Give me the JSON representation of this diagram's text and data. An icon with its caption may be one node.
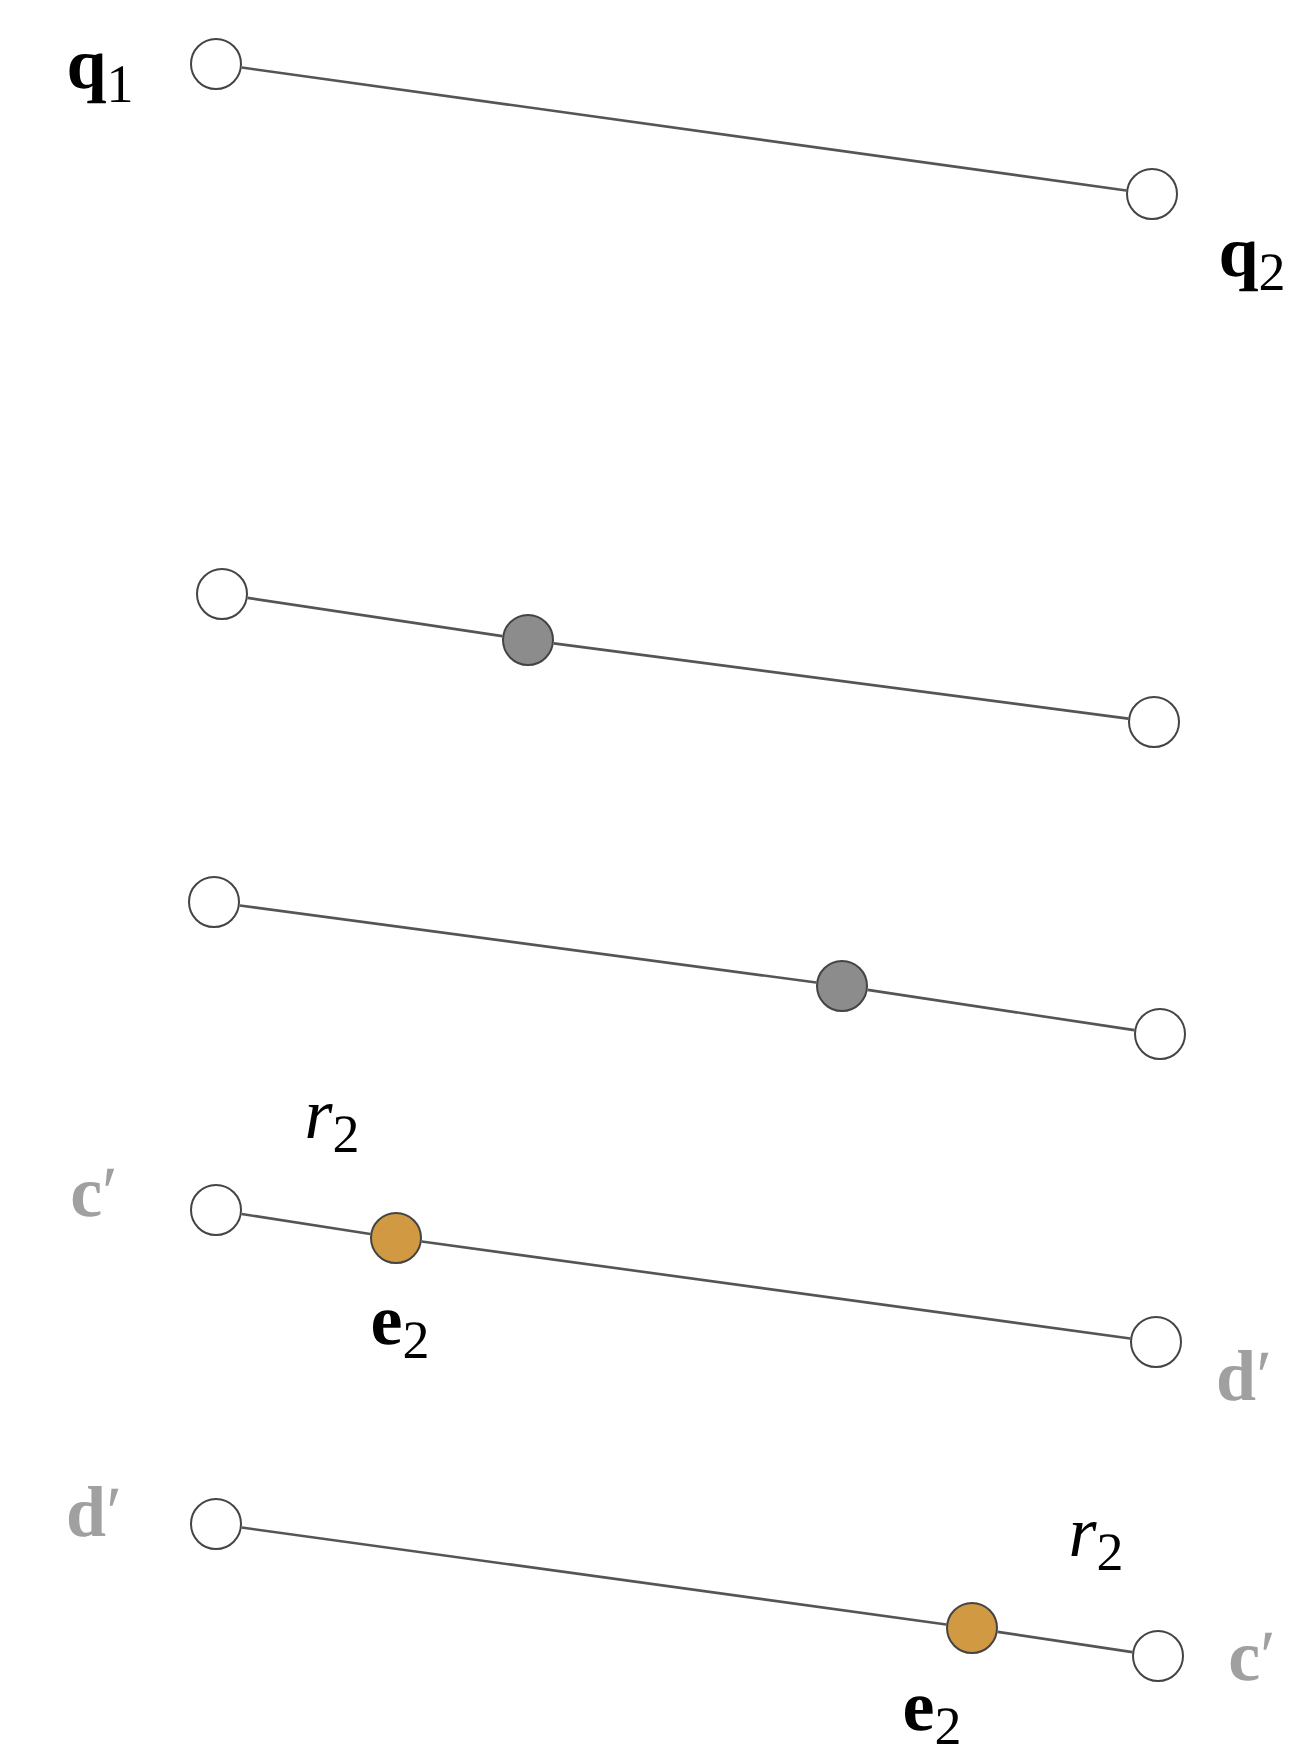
{
  "diagram": {
    "nodes": [
      {
        "text": [],
        "shape": "circle",
        "beside": [
          "**q**$_{1}$"
        ]
      },
      {
        "text": [],
        "shape": "circle",
        "beside": [
          "**q**$_{2}$"
        ]
      },
      {
        "text": [],
        "shape": "circle"
      },
      {
        "text": [],
        "shape": "circle"
      },
      {
        "text": [],
        "shape": "circle"
      },
      {
        "text": [],
        "shape": "circle"
      },
      {
        "text": [],
        "shape": "circle"
      },
      {
        "text": [],
        "shape": "circle"
      },
      {
        "text": [],
        "shape": "circle",
        "beside": [
          "**c**′"
        ]
      },
      {
        "text": [],
        "shape": "circle",
        "beside": [
          "**e**$_{2}$"
        ]
      },
      {
        "text": [],
        "shape": "circle",
        "beside": [
          "**d**′"
        ]
      },
      {
        "text": [],
        "shape": "circle",
        "beside": [
          "**d**′"
        ]
      },
      {
        "text": [],
        "shape": "circle",
        "beside": [
          "**e**$_{2}$"
        ]
      },
      {
        "text": [],
        "shape": "circle",
        "beside": [
          "**c**′"
        ]
      }
    ],
    "edges": [
      {
        "from": 0,
        "to": 1,
        "arrow": "none"
      },
      {
        "from": 2,
        "to": 3,
        "arrow": "none"
      },
      {
        "from": 3,
        "to": 4,
        "arrow": "none"
      },
      {
        "from": 5,
        "to": 6,
        "arrow": "none"
      },
      {
        "from": 6,
        "to": 7,
        "arrow": "none"
      },
      {
        "from": 8,
        "to": 9,
        "arrow": "none"
      },
      {
        "from": 9,
        "to": 10,
        "arrow": "none"
      },
      {
        "from": 11,
        "to": 12,
        "arrow": "none"
      },
      {
        "from": 12,
        "to": 13,
        "arrow": "none"
      }
    ],
    "labels": [
      "*r*$_{2}$",
      "*r*$_{2}$"
    ]
  }
}
